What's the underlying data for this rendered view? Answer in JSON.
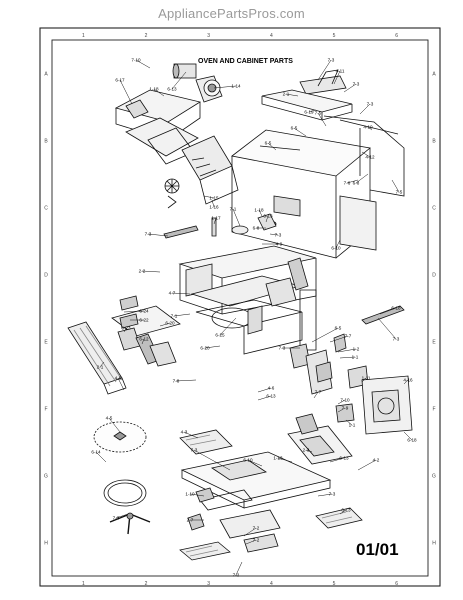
{
  "watermark": "AppliancePartsPros.com",
  "diagram": {
    "title": "OVEN AND CABINET PARTS",
    "page_number": "01/01",
    "border_marks": {
      "top": [
        "1",
        "2",
        "3",
        "4",
        "5",
        "6"
      ],
      "side": [
        "A",
        "B",
        "C",
        "D",
        "E",
        "F",
        "G",
        "H"
      ]
    },
    "callouts": [
      "7-10",
      "6-17",
      "1-18",
      "6-13",
      "1-14",
      "7-3",
      "4-11",
      "7-3",
      "2-1",
      "6-19",
      "7-3",
      "4-10",
      "6-5",
      "7-5",
      "4-12",
      "6-8",
      "7-5",
      "7-6",
      "1-15",
      "1-16",
      "6-5",
      "7-3",
      "1-17",
      "7-1",
      "1-18",
      "6-13",
      "6-8",
      "7-3",
      "4-9",
      "6-10",
      "2-2",
      "4-7",
      "7-1",
      "6-18",
      "6-24",
      "6-22",
      "6-23",
      "6-20",
      "6-12",
      "6-25",
      "6-20",
      "7-3",
      "2-1",
      "4-6",
      "7-8",
      "6-5",
      "7-7",
      "7-3",
      "1-2",
      "1-1",
      "1-11",
      "4-16",
      "4-5",
      "6-18",
      "7-10",
      "7-9",
      "4-6",
      "6-13",
      "7-7",
      "1-1",
      "4-3",
      "6-14",
      "7-3",
      "2-3",
      "6-10",
      "4-2",
      "1-13",
      "6-13",
      "7-3",
      "1-10",
      "7-3",
      "2-7",
      "7-2",
      "7-2",
      "6-13",
      "7-2"
    ]
  }
}
